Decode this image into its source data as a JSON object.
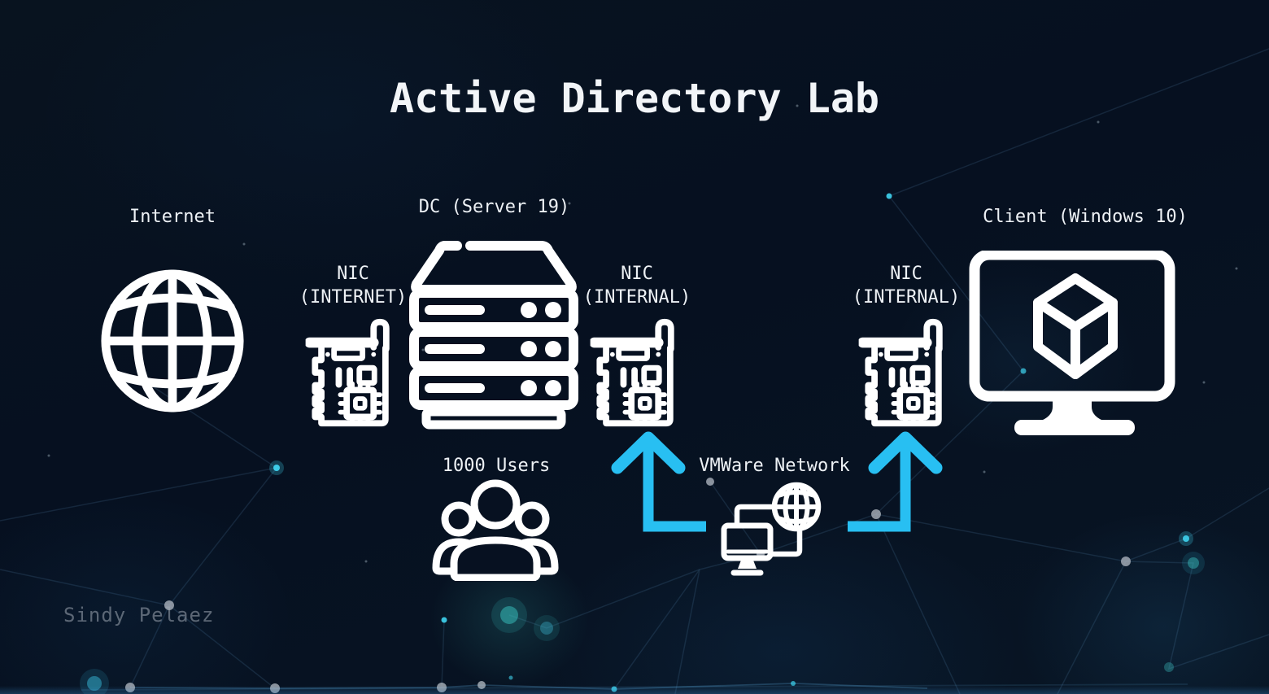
{
  "title": "Active Directory Lab",
  "watermark": "Sindy Pelaez",
  "colors": {
    "background": "#071121",
    "accent": "#28bff2",
    "icon_stroke": "#ffffff",
    "text": "#edf1f5",
    "watermark": "#8e97a1"
  },
  "nodes": {
    "internet": {
      "label": "Internet",
      "icon": "globe-icon"
    },
    "nic_internet": {
      "label_line1": "NIC",
      "label_line2": "(INTERNET)",
      "icon": "network-card-icon"
    },
    "dc": {
      "label": "DC (Server 19)",
      "icon": "server-rack-icon"
    },
    "nic_internal_left": {
      "label_line1": "NIC",
      "label_line2": "(INTERNAL)",
      "icon": "network-card-icon"
    },
    "users": {
      "label": "1000 Users",
      "icon": "user-group-icon"
    },
    "vmware": {
      "label": "VMWare Network",
      "icon": "computer-network-icon"
    },
    "nic_internal_right": {
      "label_line1": "NIC",
      "label_line2": "(INTERNAL)",
      "icon": "network-card-icon"
    },
    "client": {
      "label": "Client (Windows 10)",
      "icon": "monitor-cube-icon"
    }
  },
  "connections": [
    {
      "from": "vmware",
      "to": "nic_internal_left",
      "style": "arrow-up"
    },
    {
      "from": "vmware",
      "to": "nic_internal_right",
      "style": "arrow-up"
    }
  ]
}
